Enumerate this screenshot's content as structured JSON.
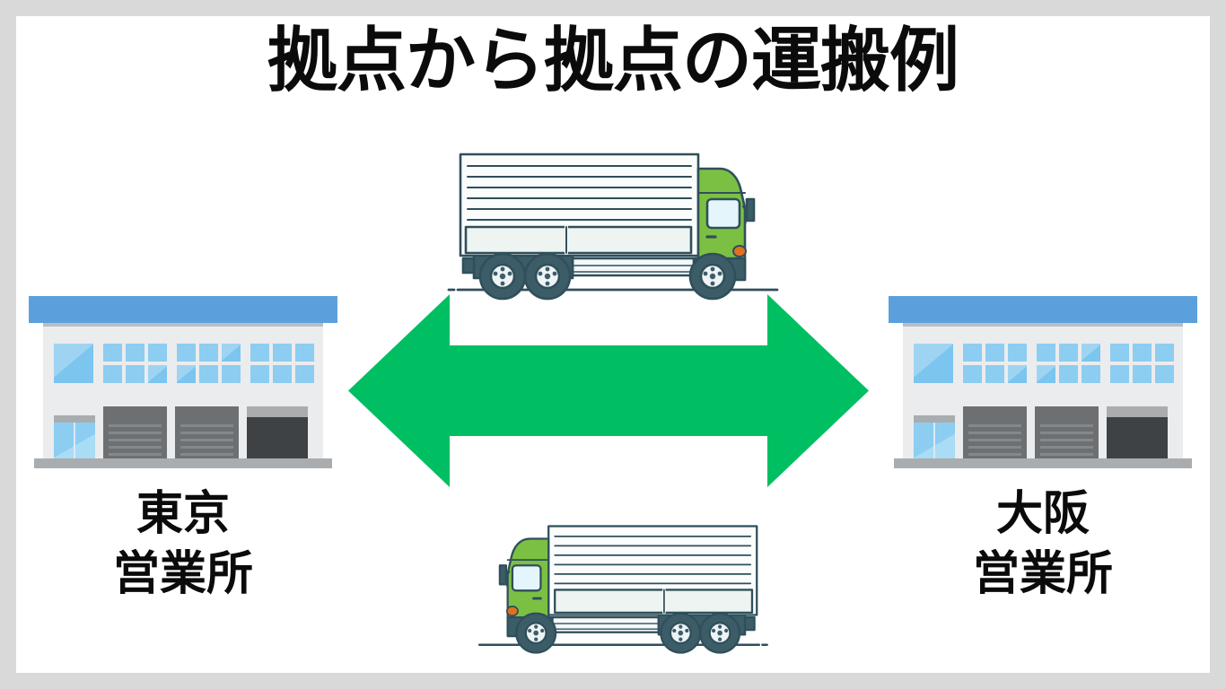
{
  "page": {
    "title": "拠点から拠点の運搬例",
    "canvas_background": "#ffffff",
    "frame_color": "#d9d9d9"
  },
  "colors": {
    "arrow_green": "#00bf63",
    "roof_blue": "#5ba0dd",
    "building_wall": "#ebeced",
    "window_blue": "#8ccdf1",
    "shutter_gray": "#6d7073",
    "bay_dark": "#3e4245",
    "truck_cab_green": "#7cc043",
    "truck_outline": "#2f4f5b",
    "truck_box_white": "#fbfdfd",
    "title_black": "#0b0b0b"
  },
  "locations": {
    "left": {
      "name": "東京",
      "office": "営業所",
      "icon": "office-building-icon"
    },
    "right": {
      "name": "大阪",
      "office": "営業所",
      "icon": "office-building-icon"
    }
  },
  "arrow": {
    "name": "bidirectional-arrow-icon",
    "direction": "both",
    "color": "#00bf63"
  },
  "trucks": [
    {
      "id": "truck-top",
      "name": "delivery-truck-icon",
      "facing": "right",
      "cab_color": "#7cc043",
      "body_color": "#fbfdfd"
    },
    {
      "id": "truck-bottom",
      "name": "delivery-truck-icon",
      "facing": "left",
      "cab_color": "#7cc043",
      "body_color": "#fbfdfd"
    }
  ],
  "building": {
    "parts": {
      "roof": "roof",
      "wall": "wall",
      "entry_door": "entry-door",
      "shutter_door": "shutter-door",
      "loading_bay": "loading-bay"
    },
    "window_rows": 2,
    "window_groups": 3,
    "windows_per_group": 3,
    "shutter_slats": 6
  }
}
